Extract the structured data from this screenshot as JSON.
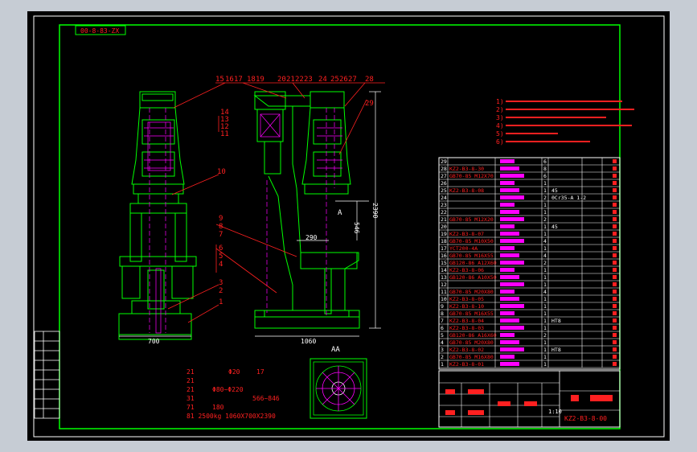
{
  "colors": {
    "background": "#000000",
    "frame": "#00ff00",
    "geometry": "#00ff00",
    "annotation": "#ff2020",
    "hatch": "#ff00ff",
    "dimension": "#ffffff",
    "window": "#c6ccd4"
  },
  "drawing_number_top": "00-8-83-ZX",
  "dimensions": {
    "total_height": "2390",
    "reach": "290",
    "height_546": "546",
    "width_left": "700",
    "width_right": "1060",
    "section_label": "A",
    "section_view_label": "AA"
  },
  "balloons": {
    "top_right": [
      "15",
      "16",
      "17",
      "18",
      "19",
      "20",
      "21",
      "22",
      "23",
      "24",
      "25",
      "26",
      "27",
      "28",
      "29"
    ],
    "left_stack": [
      "14",
      "13",
      "12",
      "11"
    ],
    "left_mid": "10",
    "mid_stack": [
      "9",
      "8",
      "7",
      "6",
      "5",
      "4"
    ],
    "bottom_stack": [
      "3",
      "2",
      "1"
    ]
  },
  "tech_notes_top": [
    "1)",
    "2)",
    "3)",
    "4)",
    "5)",
    "6)"
  ],
  "bom": {
    "rows": [
      {
        "no": "29",
        "code": "",
        "qty": "6"
      },
      {
        "no": "28",
        "code": "KZ2-B3-8-30",
        "qty": "8"
      },
      {
        "no": "27",
        "code": "GB70-85 M12X70",
        "qty": "6"
      },
      {
        "no": "26",
        "code": "",
        "qty": "1"
      },
      {
        "no": "25",
        "code": "KZ2-B3-8-08",
        "qty": "1"
      },
      {
        "no": "24",
        "code": "",
        "qty": "2"
      },
      {
        "no": "23",
        "code": "",
        "qty": "1"
      },
      {
        "no": "22",
        "code": "",
        "qty": "1"
      },
      {
        "no": "21",
        "code": "GB70-85 M12X20",
        "qty": "2"
      },
      {
        "no": "20",
        "code": "",
        "qty": "1"
      },
      {
        "no": "19",
        "code": "KZ2-B3-8-07",
        "qty": "1"
      },
      {
        "no": "18",
        "code": "GB70-85 M10X50",
        "qty": "4"
      },
      {
        "no": "17",
        "code": "YCT200-4A",
        "qty": "1"
      },
      {
        "no": "16",
        "code": "GB70-85 M16X55",
        "qty": "4"
      },
      {
        "no": "15",
        "code": "GB120-86 A12X60",
        "qty": "2"
      },
      {
        "no": "14",
        "code": "KZ2-B3-8-06",
        "qty": "1"
      },
      {
        "no": "13",
        "code": "GB120-86 A10X50",
        "qty": "1"
      },
      {
        "no": "12",
        "code": "",
        "qty": "1"
      },
      {
        "no": "11",
        "code": "GB70-85 M20X80",
        "qty": "4"
      },
      {
        "no": "10",
        "code": "KZ2-B3-8-05",
        "qty": "1"
      },
      {
        "no": "9",
        "code": "KZ2-B3-8-10",
        "qty": "1"
      },
      {
        "no": "8",
        "code": "GB70-85 M16X55",
        "qty": "1"
      },
      {
        "no": "7",
        "code": "KZ2-B3-8-04",
        "qty": "1"
      },
      {
        "no": "6",
        "code": "KZ2-B3-8-03",
        "qty": "1"
      },
      {
        "no": "5",
        "code": "GB120-86 A16X60",
        "qty": "2"
      },
      {
        "no": "4",
        "code": "GB70-85 M20X80",
        "qty": "1"
      },
      {
        "no": "3",
        "code": "KZ2-B3-8-02",
        "qty": "1"
      },
      {
        "no": "2",
        "code": "GB70-85 M16X80",
        "qty": "1"
      },
      {
        "no": "1",
        "code": "KZ2-B3-8-01",
        "qty": "1"
      }
    ],
    "material_notes": {
      "r25": "45",
      "r24": "0Cr35-A 1-2",
      "r20": "45",
      "r7": "HT8",
      "r3": "HT8"
    }
  },
  "title_block": {
    "drawing_number": "KZ2-B3-8-00",
    "scale": "1:10"
  },
  "specs": {
    "header": "",
    "lines": [
      "21",
      "21",
      "21",
      "31",
      "71",
      "81 2500kg 1060X700X2390"
    ],
    "fragments": {
      "l1a": "Φ20",
      "l1b": "17",
      "l3": "Φ80~Φ220",
      "l4": "566~846",
      "l5": "180",
      "l6": "1060X700X2390"
    }
  }
}
